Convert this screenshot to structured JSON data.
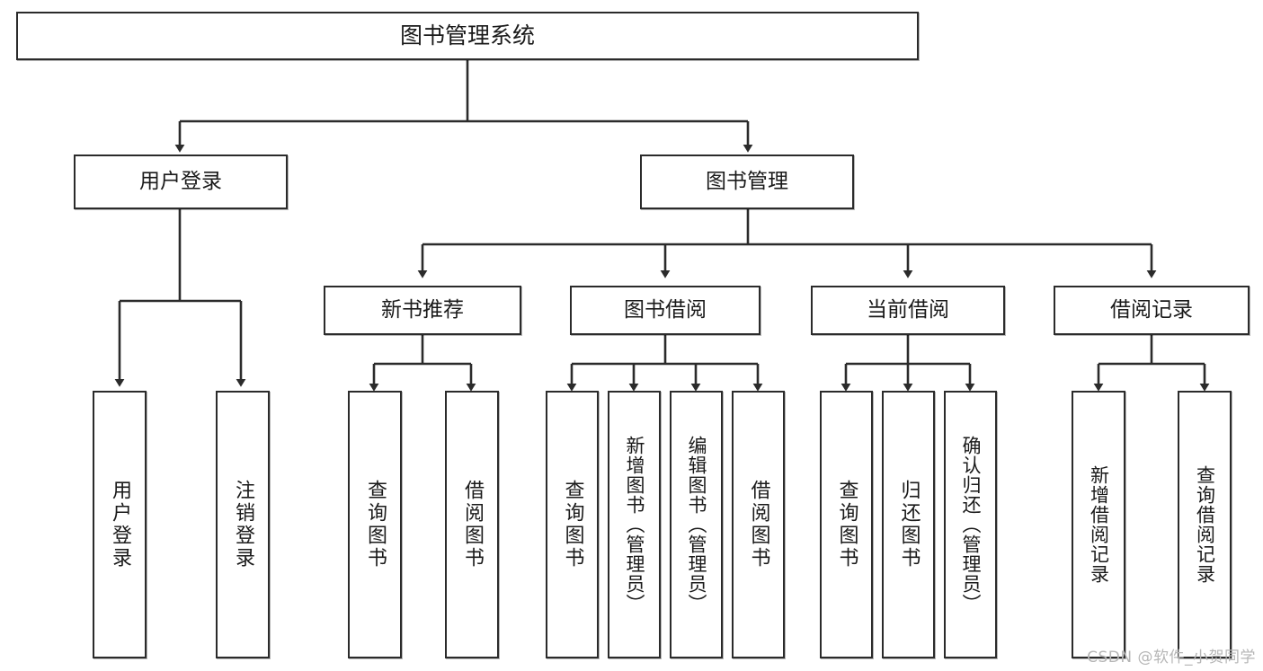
{
  "diagram": {
    "title": "图书管理系统",
    "type": "tree",
    "root": {
      "label": "图书管理系统"
    },
    "level2": [
      {
        "label": "用户登录"
      },
      {
        "label": "图书管理"
      }
    ],
    "level3": [
      {
        "label": "新书推荐"
      },
      {
        "label": "图书借阅"
      },
      {
        "label": "当前借阅"
      },
      {
        "label": "借阅记录"
      }
    ],
    "leaves": {
      "user_login": [
        {
          "label": "用户登录"
        },
        {
          "label": "注销登录"
        }
      ],
      "new_book_recommend": [
        {
          "label": "查询图书"
        },
        {
          "label": "借阅图书"
        }
      ],
      "book_borrow": [
        {
          "label": "查询图书"
        },
        {
          "label": "新增图书（管理员）"
        },
        {
          "label": "编辑图书（管理员）"
        },
        {
          "label": "借阅图书"
        }
      ],
      "current_borrow": [
        {
          "label": "查询图书"
        },
        {
          "label": "归还图书"
        },
        {
          "label": "确认归还（管理员）"
        }
      ],
      "borrow_record": [
        {
          "label": "新增借阅记录"
        },
        {
          "label": "查询借阅记录"
        }
      ]
    }
  },
  "watermark": {
    "text": "CSDN @软件_小贺同学"
  },
  "colors": {
    "stroke": "#2b2b2b",
    "fill": "#ffffff",
    "text": "#1a1a1a",
    "watermark": "#b6b6b6"
  }
}
